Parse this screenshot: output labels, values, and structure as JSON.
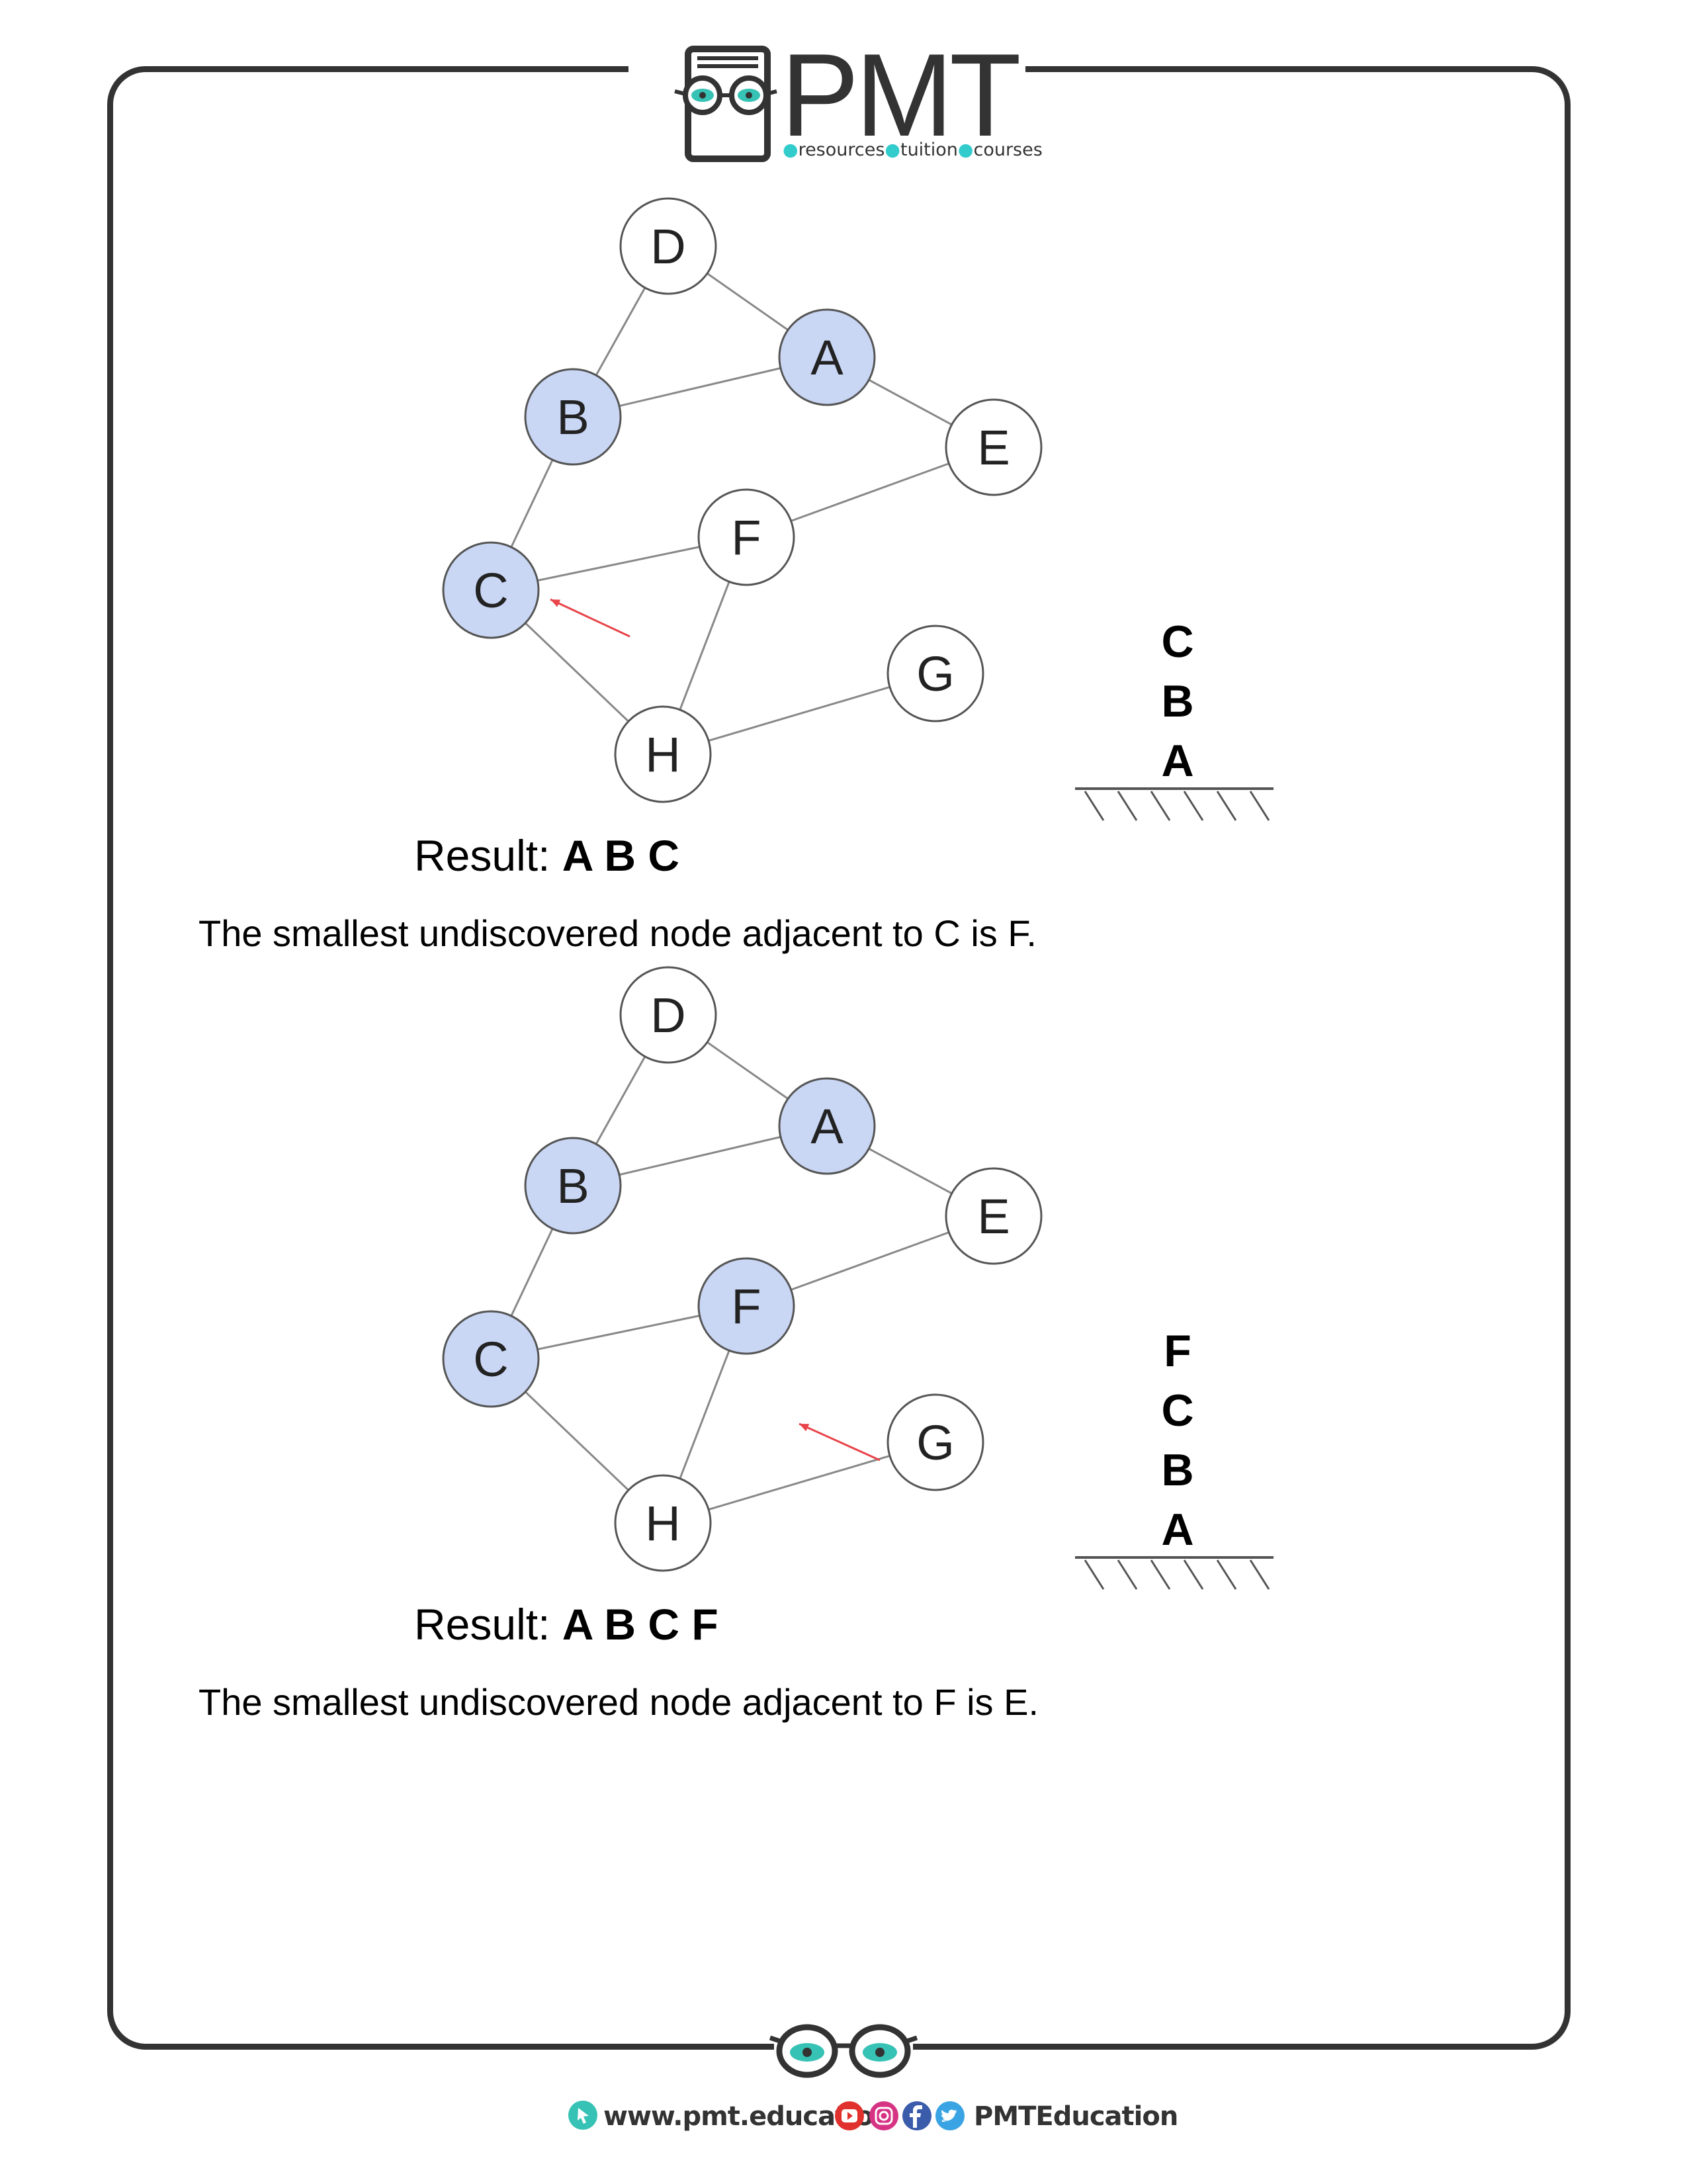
{
  "header": {
    "logo_text": "PMT",
    "logo_tagline": [
      "resources",
      "tuition",
      "courses"
    ]
  },
  "colors": {
    "visited_node_fill": "#c9d7f5",
    "unvisited_node_fill": "#ffffff",
    "pointer_arrow": "#e8444a",
    "frame": "#333333",
    "brand_teal": "#36c2b4"
  },
  "diagrams": [
    {
      "nodes": [
        {
          "id": "D",
          "visited": false
        },
        {
          "id": "A",
          "visited": true
        },
        {
          "id": "B",
          "visited": true
        },
        {
          "id": "E",
          "visited": false
        },
        {
          "id": "F",
          "visited": false
        },
        {
          "id": "C",
          "visited": true
        },
        {
          "id": "G",
          "visited": false
        },
        {
          "id": "H",
          "visited": false
        }
      ],
      "current_node": "C",
      "stack": [
        "C",
        "B",
        "A"
      ],
      "result_label": "Result:",
      "result_value": "A B C",
      "caption": "The smallest undiscovered node adjacent to C is F."
    },
    {
      "nodes": [
        {
          "id": "D",
          "visited": false
        },
        {
          "id": "A",
          "visited": true
        },
        {
          "id": "B",
          "visited": true
        },
        {
          "id": "E",
          "visited": false
        },
        {
          "id": "F",
          "visited": true
        },
        {
          "id": "C",
          "visited": true
        },
        {
          "id": "G",
          "visited": false
        },
        {
          "id": "H",
          "visited": false
        }
      ],
      "current_node": "F",
      "stack": [
        "F",
        "C",
        "B",
        "A"
      ],
      "result_label": "Result:",
      "result_value": "A B C F",
      "caption": "The smallest undiscovered node adjacent to F is E."
    }
  ],
  "edges": [
    [
      "D",
      "B"
    ],
    [
      "D",
      "A"
    ],
    [
      "B",
      "A"
    ],
    [
      "A",
      "E"
    ],
    [
      "B",
      "C"
    ],
    [
      "C",
      "F"
    ],
    [
      "F",
      "E"
    ],
    [
      "C",
      "H"
    ],
    [
      "F",
      "H"
    ],
    [
      "H",
      "G"
    ]
  ],
  "footer": {
    "url": "www.pmt.education",
    "handle": "PMTEducation",
    "icons": [
      "cursor-icon",
      "youtube-icon",
      "instagram-icon",
      "facebook-icon",
      "twitter-icon"
    ]
  }
}
